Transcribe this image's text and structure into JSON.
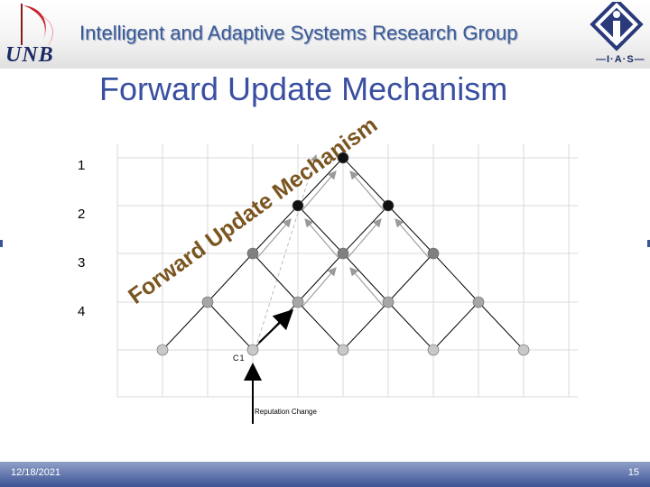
{
  "header": {
    "group_title": "Intelligent and Adaptive Systems Research Group",
    "left_logo_text": "UNB",
    "right_logo_text": "—I·A·S—"
  },
  "slide": {
    "title": "Forward Update Mechanism",
    "date": "12/18/2021",
    "page_number": "15"
  },
  "diagram": {
    "level_labels": [
      "1",
      "2",
      "3",
      "4"
    ],
    "diagonal_text": "Forward Update Mechanism",
    "node_label": "C1",
    "arrow_label": "Reputation Change",
    "node_colors": {
      "level1": "#111111",
      "level2": "#111111",
      "level3": "#808080",
      "level4": "#a6a6a6",
      "level5": "#c8c8c8"
    }
  }
}
